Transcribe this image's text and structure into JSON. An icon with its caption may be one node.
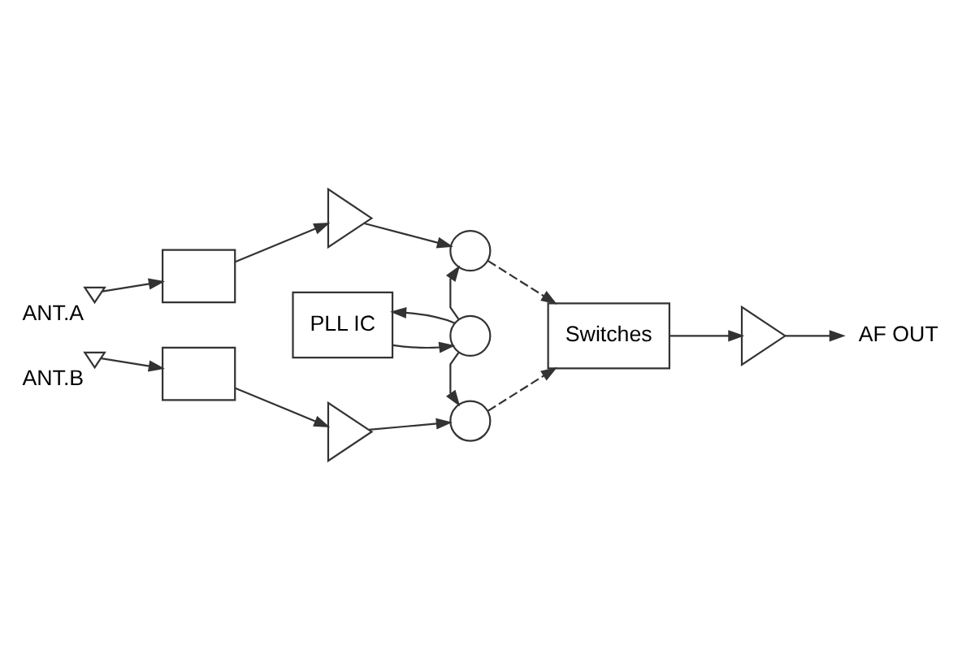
{
  "diagram": {
    "nodes": [
      {
        "text": [
          "ANT.A"
        ]
      },
      {
        "text": [],
        "shape": "box"
      },
      {
        "text": [],
        "shape": "triangle"
      },
      {
        "text": [],
        "shape": "circle"
      },
      {
        "text": [
          "PLL IC"
        ]
      },
      {
        "text": [],
        "shape": "circle"
      },
      {
        "text": [
          "Switches"
        ]
      },
      {
        "text": [],
        "shape": "triangle"
      },
      {
        "text": [
          "AF OUT"
        ]
      },
      {
        "text": [
          "ANT.B"
        ]
      },
      {
        "text": [],
        "shape": "box"
      },
      {
        "text": [],
        "shape": "triangle"
      },
      {
        "text": [],
        "shape": "circle"
      }
    ],
    "edges": [
      {
        "from": 0,
        "to": 1,
        "arrow": "to"
      },
      {
        "from": 1,
        "to": 2,
        "arrow": "to"
      },
      {
        "from": 2,
        "to": 3,
        "arrow": "to"
      },
      {
        "from": 3,
        "to": 6,
        "arrow": "to",
        "style": "dashed"
      },
      {
        "from": 4,
        "to": 5,
        "arrow": "to"
      },
      {
        "from": 5,
        "to": 4,
        "arrow": "to"
      },
      {
        "from": 5,
        "to": 3,
        "arrow": "to"
      },
      {
        "from": 5,
        "to": 12,
        "arrow": "to"
      },
      {
        "from": 6,
        "to": 7,
        "arrow": "to"
      },
      {
        "from": 7,
        "to": 8,
        "arrow": "to"
      },
      {
        "from": 9,
        "to": 10,
        "arrow": "to"
      },
      {
        "from": 10,
        "to": 11,
        "arrow": "to"
      },
      {
        "from": 11,
        "to": 12,
        "arrow": "to"
      },
      {
        "from": 12,
        "to": 6,
        "arrow": "to",
        "style": "dashed"
      }
    ]
  }
}
